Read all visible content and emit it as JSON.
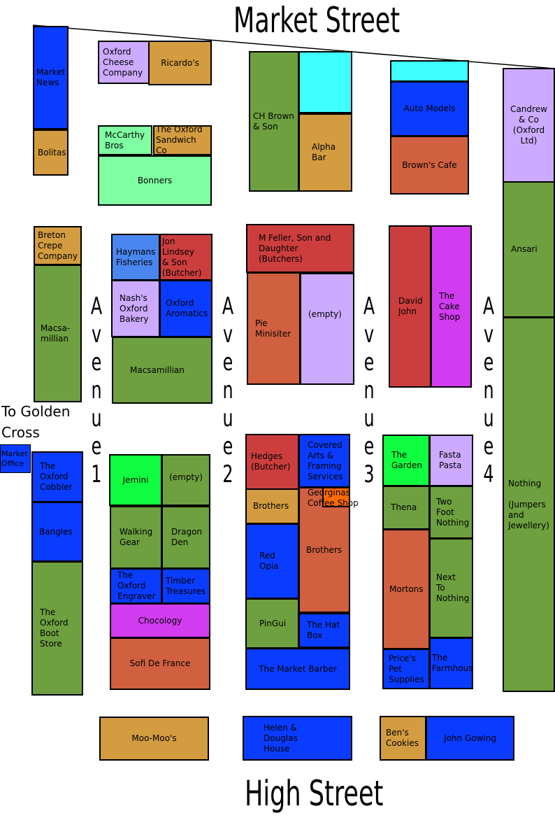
{
  "streets": {
    "market": "Market Street",
    "high": "High Street",
    "golden_cross": "To Golden\nCross"
  },
  "avenues": [
    "A\nv\ne\nn\nu\ne\n1",
    "A\nv\ne\nn\nu\ne\n2",
    "A\nv\ne\nn\nu\ne\n3",
    "A\nv\ne\nn\nu\ne\n4"
  ],
  "colors": {
    "blue": "#0a3cff",
    "orange": "#d39c40",
    "green": "#6ea040",
    "lilac": "#ccaaff",
    "mint": "#7fffa2",
    "cyan": "#3fffff",
    "rust": "#d06040",
    "red": "#cc3e3e",
    "sky": "#4a86f0",
    "magenta": "#d23cf0",
    "bright_green": "#10ff40",
    "bright_orange": "#ff6b00"
  },
  "shops": {
    "market_news": "Market\nNews",
    "bolitas": "Bolitas",
    "oxford_cheese": "Oxford\nCheese\nCompany",
    "ricardos": "Ricardo's",
    "mccarthy": "McCarthy\nBros",
    "oxford_sandwich": "The Oxford\nSandwich Co",
    "bonners": "Bonners",
    "ch_brown": "CH Brown\n& Son",
    "alpha_bar": "Alpha\nBar",
    "auto_models": "Auto Models",
    "browns_cafe": "Brown's Cafe",
    "candrew": "Candrew\n& Co\n(Oxford\nLtd)",
    "ansari": "Ansari",
    "nothing": "Nothing\n\n(Jumpers\nand\nJewellery)",
    "breton": "Breton\nCrepe\nCompany",
    "macsamillian_1": "Macsa-\nmillian",
    "haymans": "Haymans\nFisheries",
    "jon_lindsey": "Jon Lindsey\n& Son\n(Butcher)",
    "nashs": "Nash's\nOxford\nBakery",
    "oxford_aromatics": "Oxford\nAromatics",
    "macsamillian_2": "Macsamillian",
    "m_feller": "M Feller, Son and\nDaughter (Butchers)",
    "pie_minisiter": "Pie\nMinisiter",
    "empty_1": "(empty)",
    "david_john": "David\nJohn",
    "cake_shop": "The\nCake\nShop",
    "market_office": "Market\nOffice",
    "oxford_cobbler": "The\nOxford\nCobbler",
    "bangles": "Bangles",
    "oxford_boot": "The\nOxford\nBoot\nStore",
    "jemini": "Jemini",
    "empty_2": "(empty)",
    "walking_gear": "Walking\nGear",
    "dragon_den": "Dragon\nDen",
    "oxford_engraver": "The\nOxford\nEngraver",
    "timber": "Timber\nTreasures",
    "chocology": "Chocology",
    "sofi": "Sofi De France",
    "hedges": "Hedges\n(Butcher)",
    "covered_arts": "Covered\nArts &\nFraming\nServices",
    "brothers_1": "Brothers",
    "georginas": "Georginas\nCoffee Shop",
    "red_opia": "Red\nOpia",
    "brothers_2": "Brothers",
    "pingui": "PinGui",
    "hat_box": "The Hat\nBox",
    "market_barber": "The Market Barber",
    "the_garden": "The\nGarden",
    "fasta_pasta": "Fasta\nPasta",
    "thena": "Thena",
    "two_foot": "Two\nFoot\nNothing",
    "mortons": "Mortons",
    "next_to_nothing": "Next\nTo\nNothing",
    "prices_pet": "Price's\nPet\nSupplies",
    "farmhouse": "The\nFarmhouse",
    "moo_moos": "Moo-Moo's",
    "helen_douglas": "Helen & Douglas\nHouse",
    "bens_cookies": "Ben's\nCookies",
    "john_gowing": "John Gowing"
  }
}
